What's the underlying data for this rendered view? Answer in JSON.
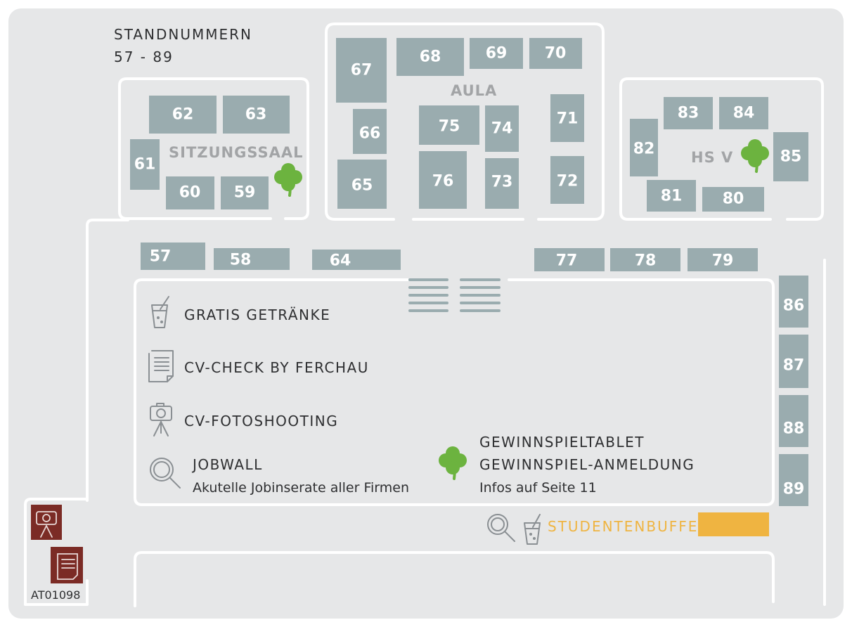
{
  "header": {
    "line1": "STANDNUMMERN",
    "line2": "57 - 89"
  },
  "rooms": {
    "sitzungssaal": "SITZUNGSSAAL",
    "aula": "AULA",
    "hs_v": "HS V"
  },
  "booths": {
    "b57": "57",
    "b58": "58",
    "b59": "59",
    "b60": "60",
    "b61": "61",
    "b62": "62",
    "b63": "63",
    "b64": "64",
    "b65": "65",
    "b66": "66",
    "b67": "67",
    "b68": "68",
    "b69": "69",
    "b70": "70",
    "b71": "71",
    "b72": "72",
    "b73": "73",
    "b74": "74",
    "b75": "75",
    "b76": "76",
    "b77": "77",
    "b78": "78",
    "b79": "79",
    "b80": "80",
    "b81": "81",
    "b82": "82",
    "b83": "83",
    "b84": "84",
    "b85": "85",
    "b86": "86",
    "b87": "87",
    "b88": "88",
    "b89": "89"
  },
  "legend": {
    "drinks": {
      "label": "GRATIS GETRÄNKE",
      "icon": "drink-icon"
    },
    "cv_check": {
      "label": "CV-CHECK BY FERCHAU",
      "icon": "document-icon"
    },
    "photo": {
      "label": "CV-FOTOSHOOTING",
      "icon": "camera-icon"
    },
    "jobwall": {
      "label": "JOBWALL",
      "sublabel": "Akutelle Jobinserate aller Firmen",
      "icon": "magnifier-icon"
    },
    "raffle": {
      "line1": "GEWINNSPIELTABLET",
      "line2": "GEWINNSPIEL-ANMELDUNG",
      "line3": "Infos auf Seite 11",
      "icon": "clover-icon"
    }
  },
  "buffet": {
    "label": "STUDENTENBUFFET"
  },
  "station_code": "AT01098",
  "colors": {
    "background": "#e6e7e8",
    "booth": "#9aacaf",
    "wall": "#ffffff",
    "clover": "#6cb33f",
    "buffet": "#efb441",
    "station": "#7b2b25",
    "text": "#2e2f31",
    "room_label": "#a2a4a6"
  }
}
